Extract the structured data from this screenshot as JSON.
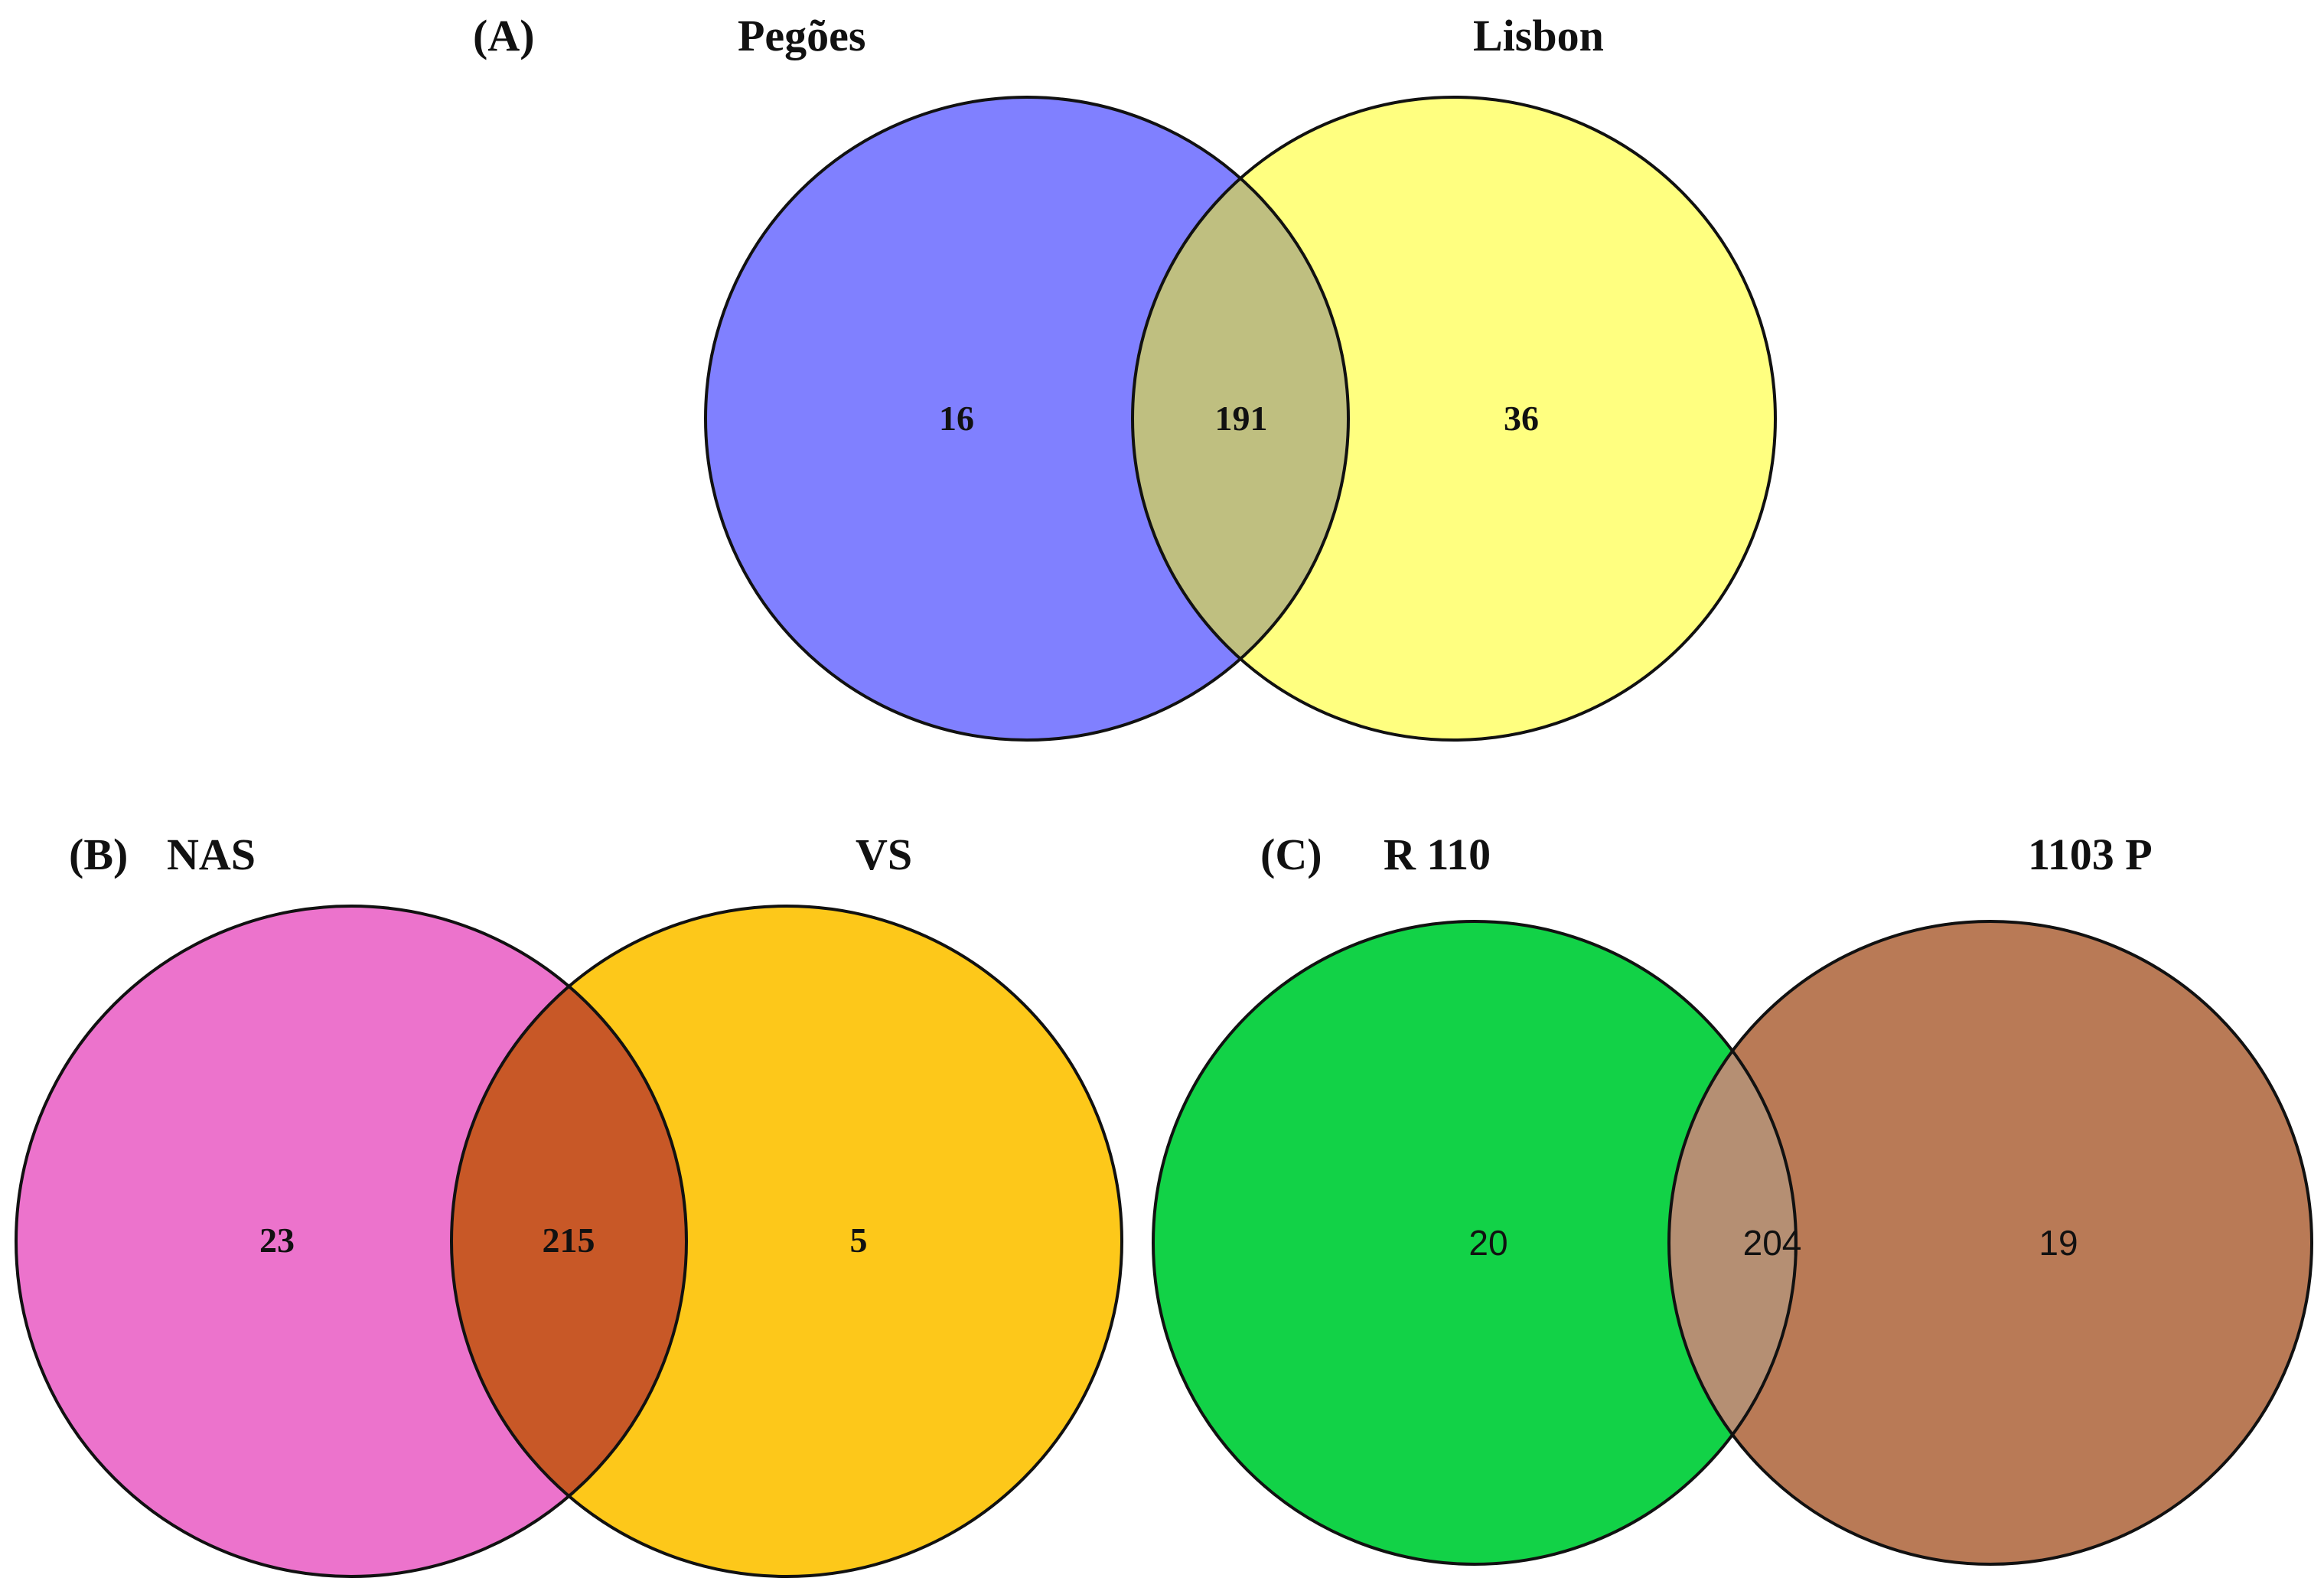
{
  "panels": [
    {
      "id": "A",
      "panel_label": "(A)",
      "sets": [
        {
          "label": "Pegões",
          "only_count": "16",
          "color": "#8080ff"
        },
        {
          "label": "Lisbon",
          "only_count": "36",
          "color": "#ffff80"
        }
      ],
      "overlap_count": "191",
      "overlap_color": "#bfbf80"
    },
    {
      "id": "B",
      "panel_label": "(B)",
      "sets": [
        {
          "label": "NAS",
          "only_count": "23",
          "color": "#ec73cc"
        },
        {
          "label": "VS",
          "only_count": "5",
          "color": "#fdc81a"
        }
      ],
      "overlap_count": "215",
      "overlap_color": "#c85827"
    },
    {
      "id": "C",
      "panel_label": "(C)",
      "sets": [
        {
          "label": "R 110",
          "only_count": "20",
          "color": "#12d247"
        },
        {
          "label": "1103 P",
          "only_count": "19",
          "color": "#b97a56"
        }
      ],
      "overlap_count": "204",
      "overlap_color": "#b58f73"
    }
  ]
}
